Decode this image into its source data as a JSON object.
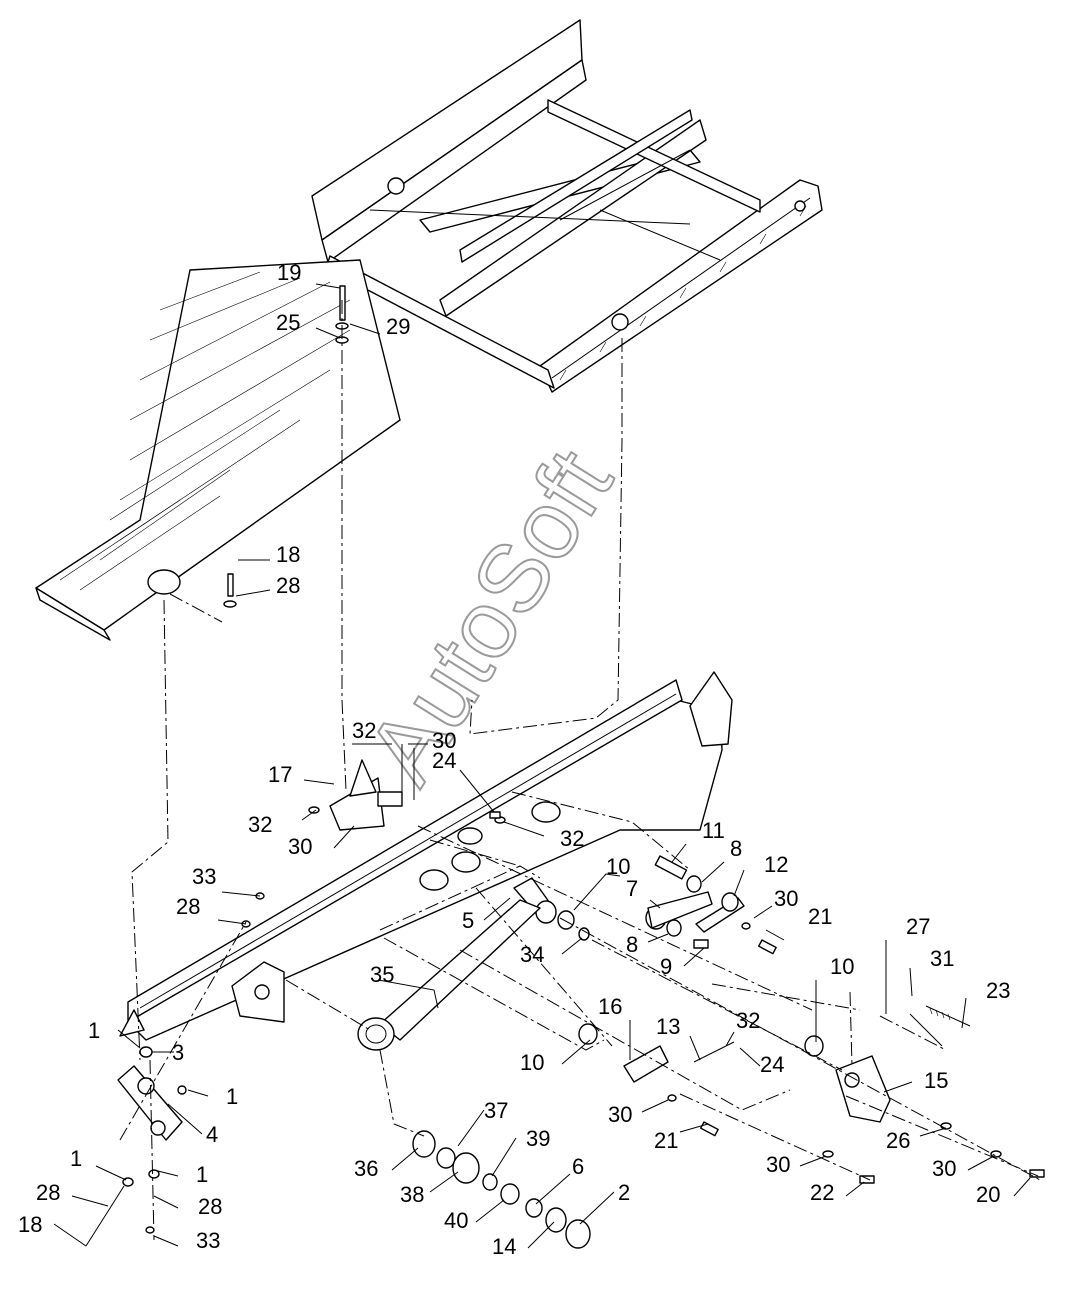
{
  "watermark": "AutoSoft",
  "callouts": [
    {
      "id": "c19a",
      "label": "19"
    },
    {
      "id": "c25a",
      "label": "25"
    },
    {
      "id": "c29a",
      "label": "29"
    },
    {
      "id": "c18a",
      "label": "18"
    },
    {
      "id": "c28a",
      "label": "28"
    },
    {
      "id": "c32a",
      "label": "32"
    },
    {
      "id": "c30a",
      "label": "30"
    },
    {
      "id": "c17a",
      "label": "17"
    },
    {
      "id": "c24a",
      "label": "24"
    },
    {
      "id": "c32b",
      "label": "32"
    },
    {
      "id": "c30b",
      "label": "30"
    },
    {
      "id": "c32c",
      "label": "32"
    },
    {
      "id": "c11a",
      "label": "11"
    },
    {
      "id": "c8a",
      "label": "8"
    },
    {
      "id": "c10a",
      "label": "10"
    },
    {
      "id": "c12a",
      "label": "12"
    },
    {
      "id": "c33a",
      "label": "33"
    },
    {
      "id": "c7a",
      "label": "7"
    },
    {
      "id": "c30c",
      "label": "30"
    },
    {
      "id": "c21a",
      "label": "21"
    },
    {
      "id": "c28b",
      "label": "28"
    },
    {
      "id": "c5a",
      "label": "5"
    },
    {
      "id": "c8b",
      "label": "8"
    },
    {
      "id": "c34a",
      "label": "34"
    },
    {
      "id": "c9a",
      "label": "9"
    },
    {
      "id": "c27a",
      "label": "27"
    },
    {
      "id": "c35a",
      "label": "35"
    },
    {
      "id": "c10b",
      "label": "10"
    },
    {
      "id": "c31a",
      "label": "31"
    },
    {
      "id": "c23a",
      "label": "23"
    },
    {
      "id": "c16a",
      "label": "16"
    },
    {
      "id": "c13a",
      "label": "13"
    },
    {
      "id": "c32d",
      "label": "32"
    },
    {
      "id": "c1a",
      "label": "1"
    },
    {
      "id": "c3a",
      "label": "3"
    },
    {
      "id": "c10c",
      "label": "10"
    },
    {
      "id": "c24b",
      "label": "24"
    },
    {
      "id": "c15a",
      "label": "15"
    },
    {
      "id": "c1b",
      "label": "1"
    },
    {
      "id": "c4a",
      "label": "4"
    },
    {
      "id": "c30d",
      "label": "30"
    },
    {
      "id": "c21b",
      "label": "21"
    },
    {
      "id": "c37a",
      "label": "37"
    },
    {
      "id": "c26a",
      "label": "26"
    },
    {
      "id": "c39a",
      "label": "39"
    },
    {
      "id": "c1c",
      "label": "1"
    },
    {
      "id": "c1d",
      "label": "1"
    },
    {
      "id": "c36a",
      "label": "36"
    },
    {
      "id": "c6a",
      "label": "6"
    },
    {
      "id": "c30e",
      "label": "30"
    },
    {
      "id": "c30f",
      "label": "30"
    },
    {
      "id": "c2a",
      "label": "2"
    },
    {
      "id": "c28c",
      "label": "28"
    },
    {
      "id": "c38a",
      "label": "38"
    },
    {
      "id": "c28d",
      "label": "28"
    },
    {
      "id": "c22a",
      "label": "22"
    },
    {
      "id": "c20a",
      "label": "20"
    },
    {
      "id": "c18b",
      "label": "18"
    },
    {
      "id": "c40a",
      "label": "40"
    },
    {
      "id": "c14a",
      "label": "14"
    },
    {
      "id": "c33b",
      "label": "33"
    }
  ]
}
